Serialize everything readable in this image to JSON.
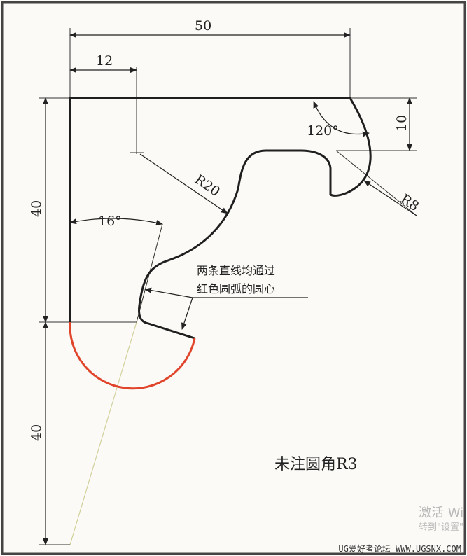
{
  "dimensions": {
    "top_width": "50",
    "offset": "12",
    "radius_large": "R20",
    "angle_left": "16°",
    "angle_right": "120°",
    "height_right": "10",
    "radius_small": "R8",
    "height_upper": "40",
    "height_lower": "40"
  },
  "note": {
    "line1": "两条直线均通过",
    "line2": "红色圆弧的圆心"
  },
  "unmarked_fillet": "未注圆角R3",
  "watermark": {
    "line1": "激活 Wi",
    "line2": "转到\"设置\""
  },
  "footer": "UG爱好者论坛 WWW.UGSNX.COM",
  "colors": {
    "outline": "#1f1f1f",
    "red_arc": "#e0452b",
    "construction": "#c9c98a"
  }
}
